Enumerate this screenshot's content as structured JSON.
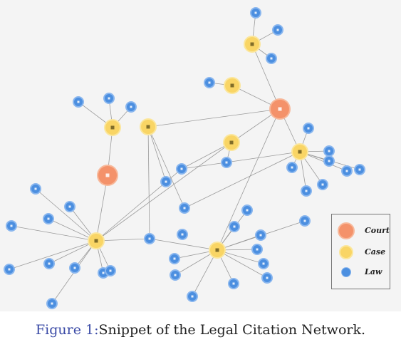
{
  "caption": {
    "figure_label": "Figure 1:",
    "text": "Snippet of the Legal Citation Network."
  },
  "legend": {
    "items": [
      {
        "label": "Court",
        "kind": "court"
      },
      {
        "label": "Case",
        "kind": "case"
      },
      {
        "label": "Law",
        "kind": "law"
      }
    ]
  },
  "colors": {
    "court": "#f4926a",
    "case": "#f9d565",
    "law": "#4c8fe0",
    "edge": "#9a9a9a",
    "background": "#f4f4f4"
  },
  "icons": {
    "court": "courthouse-icon",
    "case": "gavel-icon",
    "law": "law-document-icon"
  }
}
